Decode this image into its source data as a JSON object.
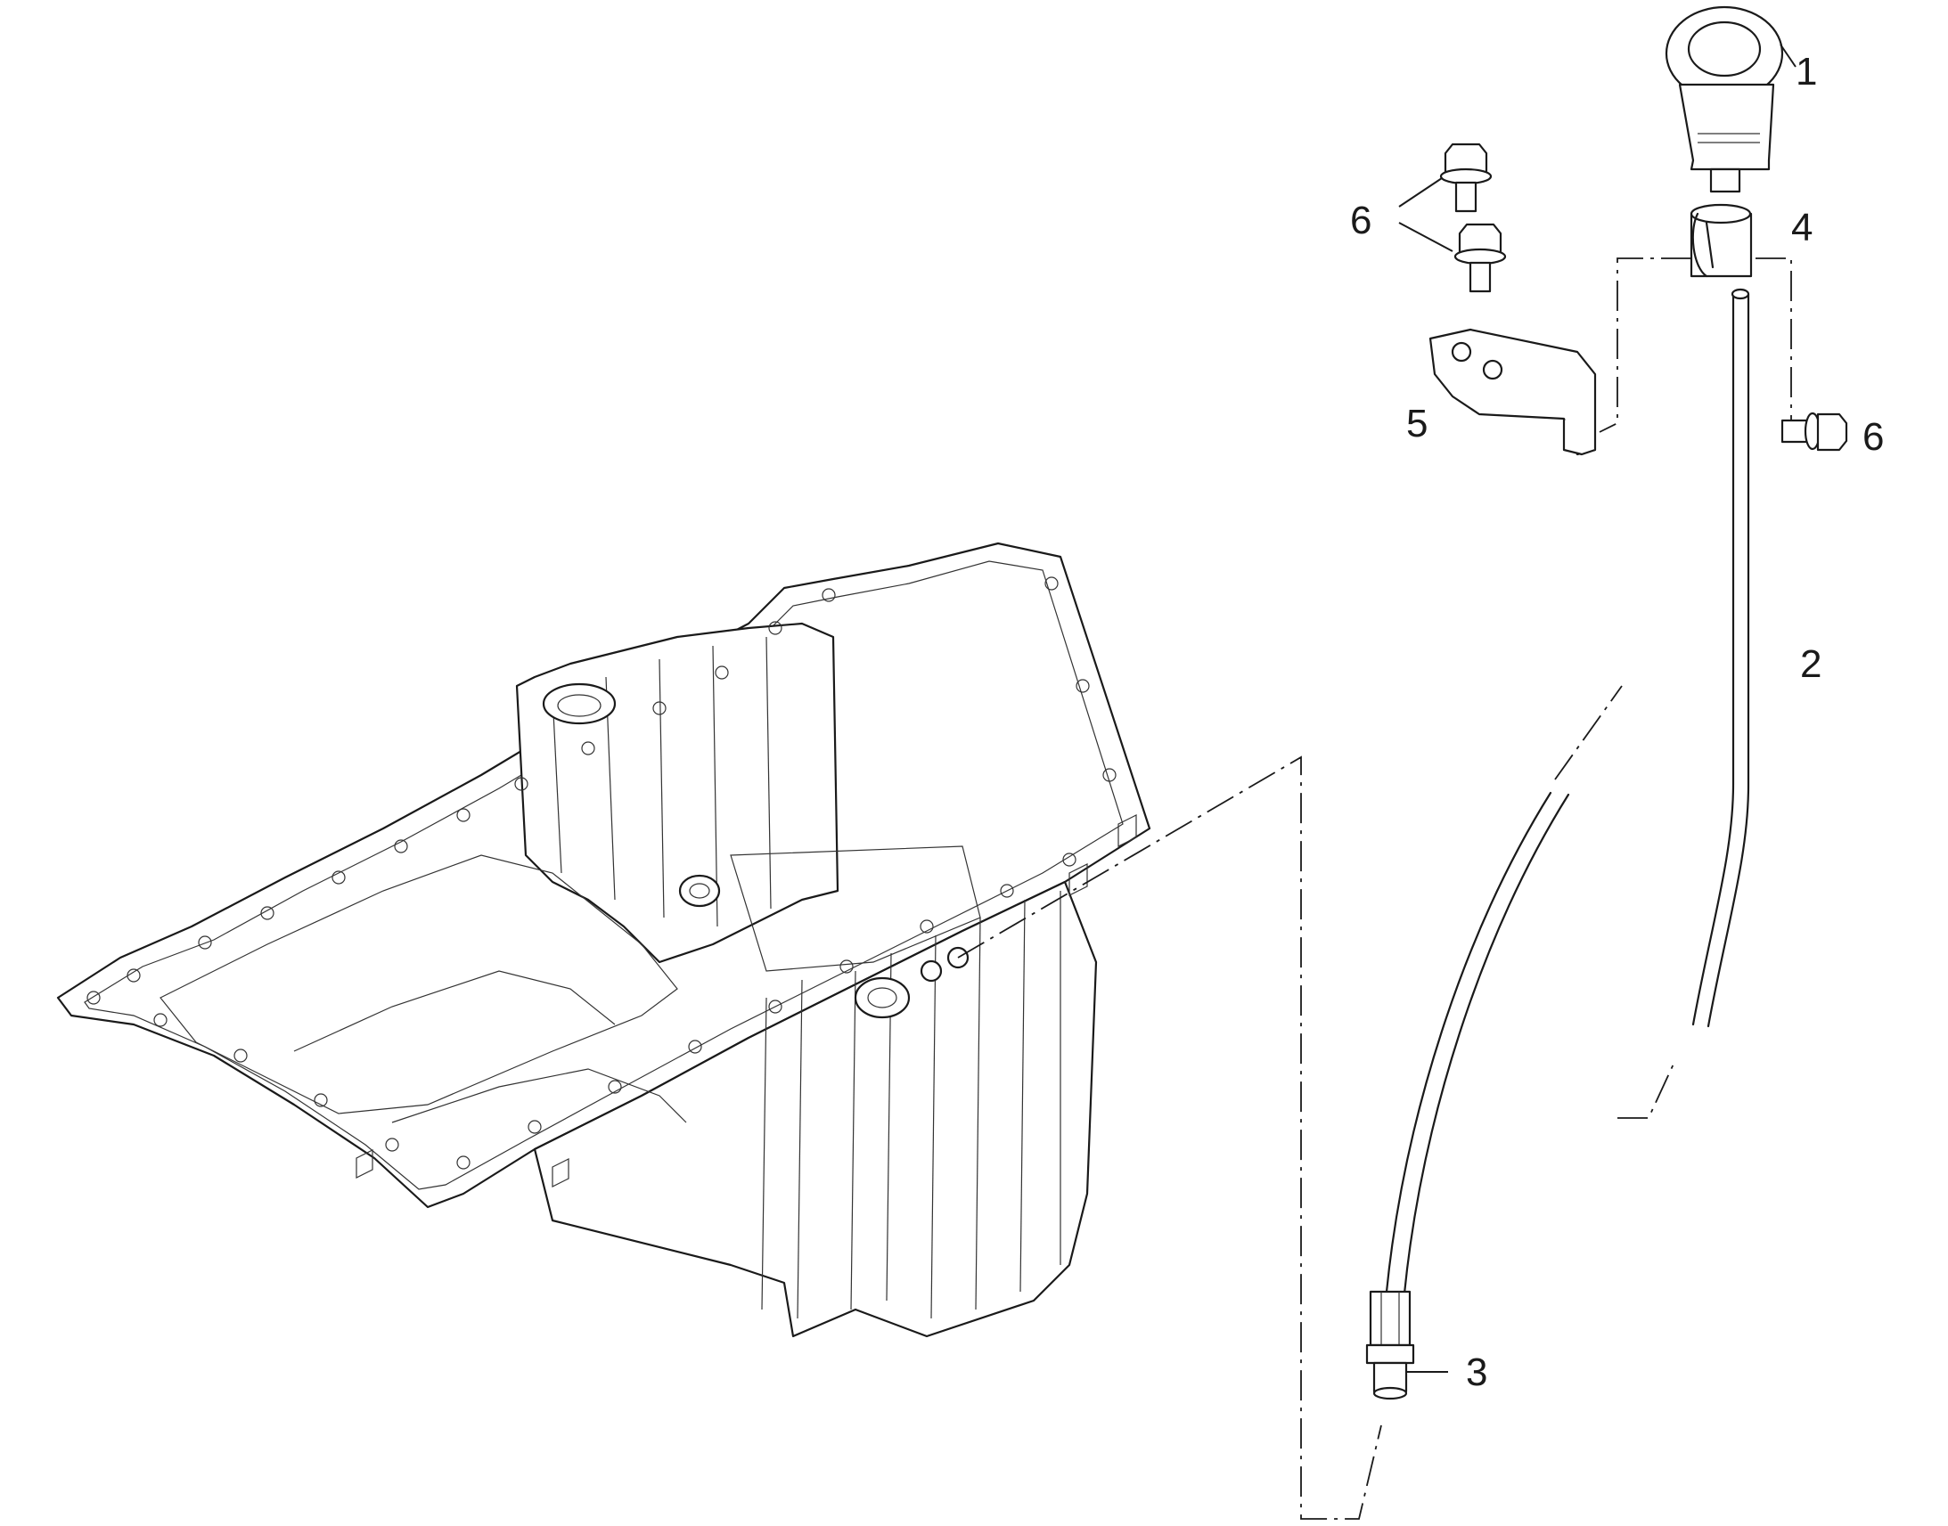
{
  "callouts": {
    "c1": "1",
    "c2": "2",
    "c3": "3",
    "c4": "4",
    "c5": "5",
    "c6a": "6",
    "c6b": "6"
  },
  "icons": {
    "oil_pan": "oil-pan-icon",
    "dipstick": "dipstick-icon",
    "dipstick_tube": "dipstick-tube-icon",
    "tube_fitting": "tube-fitting-icon",
    "clip": "tube-clip-icon",
    "bracket": "mounting-bracket-icon",
    "bolt": "flange-bolt-icon"
  }
}
